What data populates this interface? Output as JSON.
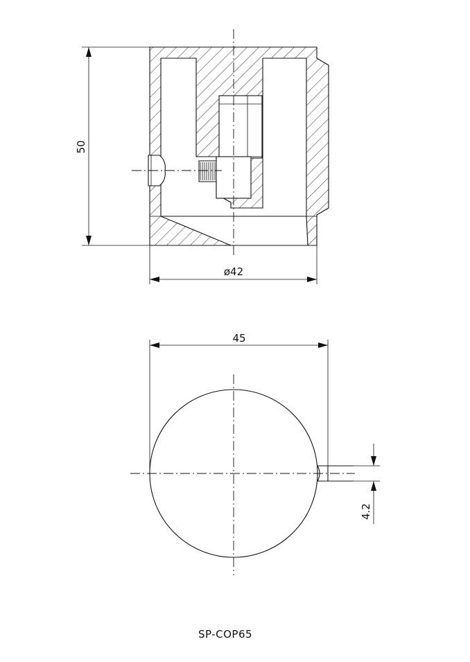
{
  "drawing": {
    "part_number": "SP-COP65",
    "dimensions": {
      "height": "50",
      "body_diameter": "ø42",
      "overall_width": "45",
      "slot_width": "4.2"
    }
  }
}
